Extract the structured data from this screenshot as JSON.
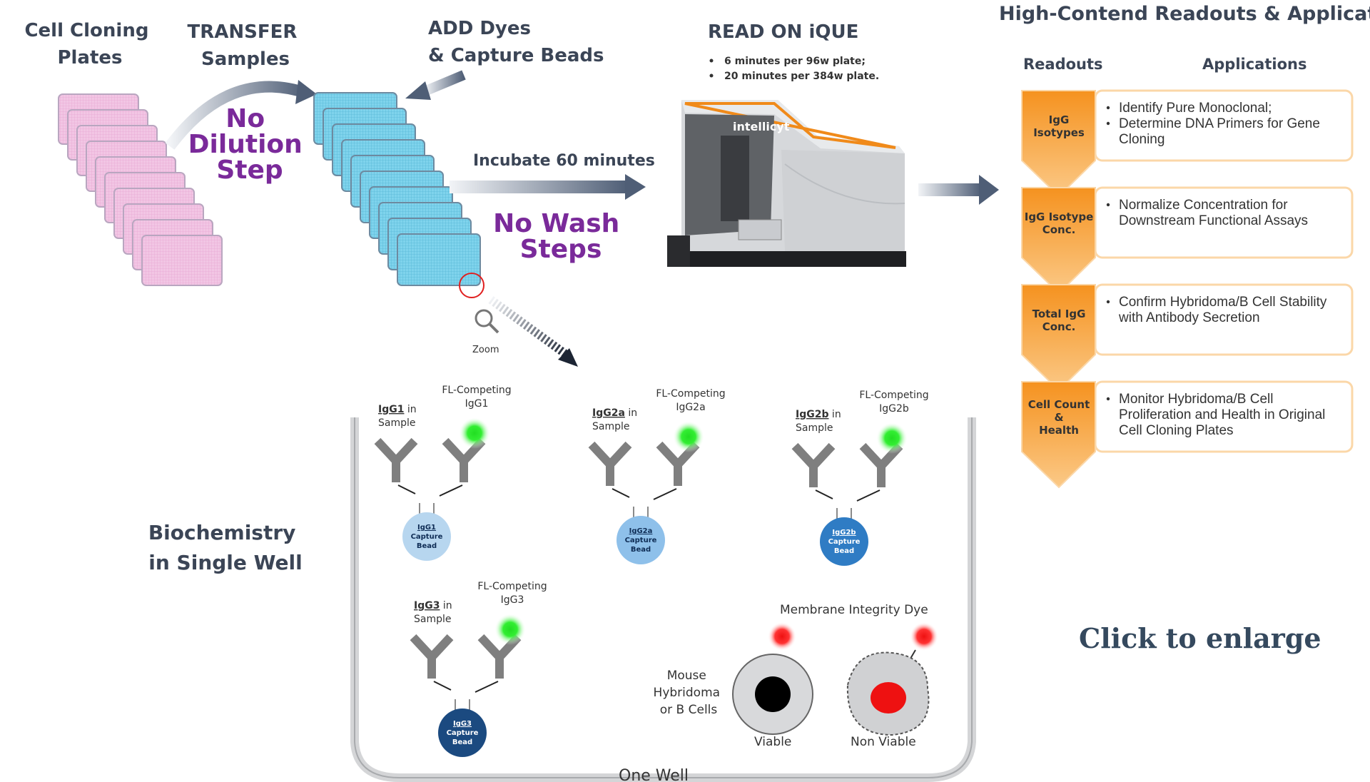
{
  "header": {
    "cell_cloning_plates": [
      "Cell Cloning",
      "Plates"
    ],
    "transfer_samples": [
      "TRANSFER",
      "Samples"
    ],
    "add_dyes": [
      "ADD Dyes",
      "& Capture Beads"
    ],
    "read_on_ique": "READ ON iQUE",
    "read_bullets": [
      "6 minutes per 96w plate;",
      "20 minutes per 384w plate."
    ],
    "high_content_title": "High-Contend Readouts & Applications"
  },
  "workflow": {
    "no_dilution": [
      "No",
      "Dilution",
      "Step"
    ],
    "incubate": "Incubate 60 minutes",
    "no_wash": [
      "No Wash",
      "Steps"
    ],
    "zoom": "Zoom",
    "instrument_brand": "intellicyt"
  },
  "readouts": {
    "col_readouts": "Readouts",
    "col_applications": "Applications",
    "rows": [
      {
        "readout": [
          "IgG",
          "Isotypes"
        ],
        "applications": [
          [
            "Identify Pure Monoclonal;"
          ],
          [
            "Determine DNA Primers for Gene",
            "Cloning"
          ]
        ]
      },
      {
        "readout": [
          "IgG Isotype",
          "Conc."
        ],
        "applications": [
          [
            "Normalize Concentration for",
            "Downstream Functional Assays"
          ]
        ]
      },
      {
        "readout": [
          "Total IgG",
          "Conc."
        ],
        "applications": [
          [
            "Confirm Hybridoma/B Cell Stability",
            "with Antibody Secretion"
          ]
        ]
      },
      {
        "readout": [
          "Cell Count",
          "&",
          "Health"
        ],
        "applications": [
          [
            "Monitor Hybridoma/B Cell",
            "Proliferation and Health in Original",
            "Cell Cloning Plates"
          ]
        ]
      }
    ]
  },
  "biochemistry": {
    "title": [
      "Biochemistry",
      "in Single Well"
    ],
    "well_label": "One Well",
    "assays": [
      {
        "sample_id": "IgG1",
        "sample_suffix": " in",
        "sample_word": "Sample",
        "competing": [
          "FL-Competing",
          "IgG1"
        ],
        "bead": [
          "IgG1",
          "Capture",
          "Bead"
        ],
        "bead_color": "#b7d6ef"
      },
      {
        "sample_id": "IgG2a",
        "sample_suffix": " in",
        "sample_word": "Sample",
        "competing": [
          "FL-Competing",
          "IgG2a"
        ],
        "bead": [
          "IgG2a",
          "Capture",
          "Bead"
        ],
        "bead_color": "#8ec0ea"
      },
      {
        "sample_id": "IgG2b",
        "sample_suffix": " in",
        "sample_word": "Sample",
        "competing": [
          "FL-Competing",
          "IgG2b"
        ],
        "bead": [
          "IgG2b",
          "Capture",
          "Bead"
        ],
        "bead_color": "#2f7cc4"
      },
      {
        "sample_id": "IgG3",
        "sample_suffix": " in",
        "sample_word": "Sample",
        "competing": [
          "FL-Competing",
          "IgG3"
        ],
        "bead": [
          "IgG3",
          "Capture",
          "Bead"
        ],
        "bead_color": "#1b4a80"
      }
    ],
    "membrane_dye": "Membrane Integrity Dye",
    "cell_label": [
      "Mouse",
      "Hybridoma",
      "or B Cells"
    ],
    "viable": "Viable",
    "non_viable": "Non Viable"
  },
  "footer": {
    "click_to_enlarge": "Click to enlarge"
  },
  "colors": {
    "orange": "#f7a54a",
    "orange_light": "#fde0bd",
    "purple": "#7a2a9a",
    "pink_plate": "#f2c6e4",
    "blue_plate": "#7fd3ec",
    "green_dye": "#22dd22",
    "red_dye": "#ee1111"
  }
}
